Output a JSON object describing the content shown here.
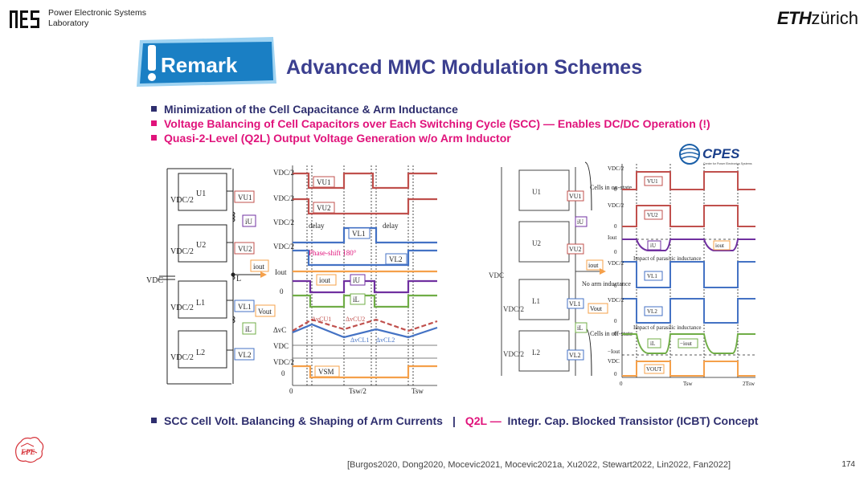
{
  "header": {
    "lab_name_line1": "Power Electronic Systems",
    "lab_name_line2": "Laboratory",
    "eth_bold": "ETH",
    "eth_rest": "zürich"
  },
  "badge": {
    "label": "Remark"
  },
  "title": "Advanced MMC Modulation Schemes",
  "bullets": [
    "Minimization of the Cell Capacitance  &  Arm Inductance",
    "Voltage Balancing of Cell Capacitors over Each Switching Cycle (SCC) — Enables DC/DC Operation (!)",
    "Quasi-2-Level (Q2L) Output Voltage Generation w/o Arm Inductor"
  ],
  "cpes_logo": {
    "text": "CPES",
    "subtext": "Center for Power Electronics Systems"
  },
  "left_circuit": {
    "cells": [
      "U1",
      "U2",
      "L1",
      "L2"
    ],
    "labels": {
      "vu1": "VU1",
      "vu2": "VU2",
      "vl1": "VL1",
      "vl2": "VL2",
      "iu": "iU",
      "il": "iL",
      "iout": "iout",
      "vout": "Vout",
      "vdc": "VDC",
      "vdc2": "VDC/2",
      "L": "L"
    }
  },
  "left_waveforms": {
    "row_labels": [
      "VDC/2",
      "VDC/2",
      "VDC/2",
      "VDC/2",
      "Iout",
      "0",
      "ΔvC",
      "VDC",
      "VDC/2",
      "0"
    ],
    "box_labels": {
      "vu1": "VU1",
      "vu2": "VU2",
      "vl1": "VL1",
      "vl2": "VL2",
      "iout": "iout",
      "iu": "iU",
      "il": "iL",
      "vsm": "VSM"
    },
    "delay1": "delay",
    "delay2": "delay",
    "phase_shift": "Phase-shift 180°",
    "dvcu1": "ΔvCU1",
    "dvcu2": "ΔvCU2",
    "dvcl1": "ΔvCL1",
    "dvcl2": "ΔvCL2",
    "xticks": [
      "0",
      "Tsw/2",
      "Tsw"
    ]
  },
  "right_circuit": {
    "cells": [
      "U1",
      "U2",
      "L1",
      "L2"
    ],
    "labels": {
      "vu1": "VU1",
      "vu2": "VU2",
      "vl1": "VL1",
      "vl2": "VL2",
      "iu": "iU",
      "il": "iL",
      "iout": "iout",
      "vout": "Vout",
      "vdc": "VDC",
      "vdc2": "VDC/2"
    },
    "annot_on": "Cells in on-state",
    "annot_noarm": "No arm inductance",
    "annot_off": "Cells in off-state"
  },
  "right_waveforms": {
    "row_labels": [
      "VDC/2",
      "0",
      "VDC/2",
      "0",
      "Iout",
      "0",
      "VDC/2",
      "0",
      "VDC/2",
      "0",
      "0",
      "−Iout",
      "VDC",
      "0"
    ],
    "box_labels": {
      "vu1": "VU1",
      "vu2": "VU2",
      "iu": "iU",
      "iout": "iout",
      "vl1": "VL1",
      "vl2": "VL2",
      "il": "iL",
      "miout": "−iout",
      "vout": "VOUT"
    },
    "impact1": "Impact of parasitic inductance",
    "impact2": "Impact of parasitic inductance",
    "xticks": [
      "0",
      "Tsw",
      "2Tsw"
    ]
  },
  "bottom": {
    "part1": "SCC Cell Volt. Balancing & Shaping of Arm Currents",
    "sep": "|",
    "part2": "Q2L —",
    "part3": "Integr. Cap. Blocked Transistor (ICBT) Concept"
  },
  "references": "[Burgos2020, Dong2020, Mocevic2021, Mocevic2021a, Xu2022, Stewart2022, Lin2022, Fan2022]",
  "page_number": "174",
  "ept_logo": {
    "text": "EPE"
  },
  "colors": {
    "title": "#3b3f8f",
    "accent_pink": "#e0137b",
    "navy": "#2e2e6e",
    "badge_blue": "#1a7fc4",
    "red": "#c0504d",
    "blue": "#4472c4",
    "green": "#70ad47",
    "purple": "#7030a0",
    "orange": "#f5a04a"
  }
}
